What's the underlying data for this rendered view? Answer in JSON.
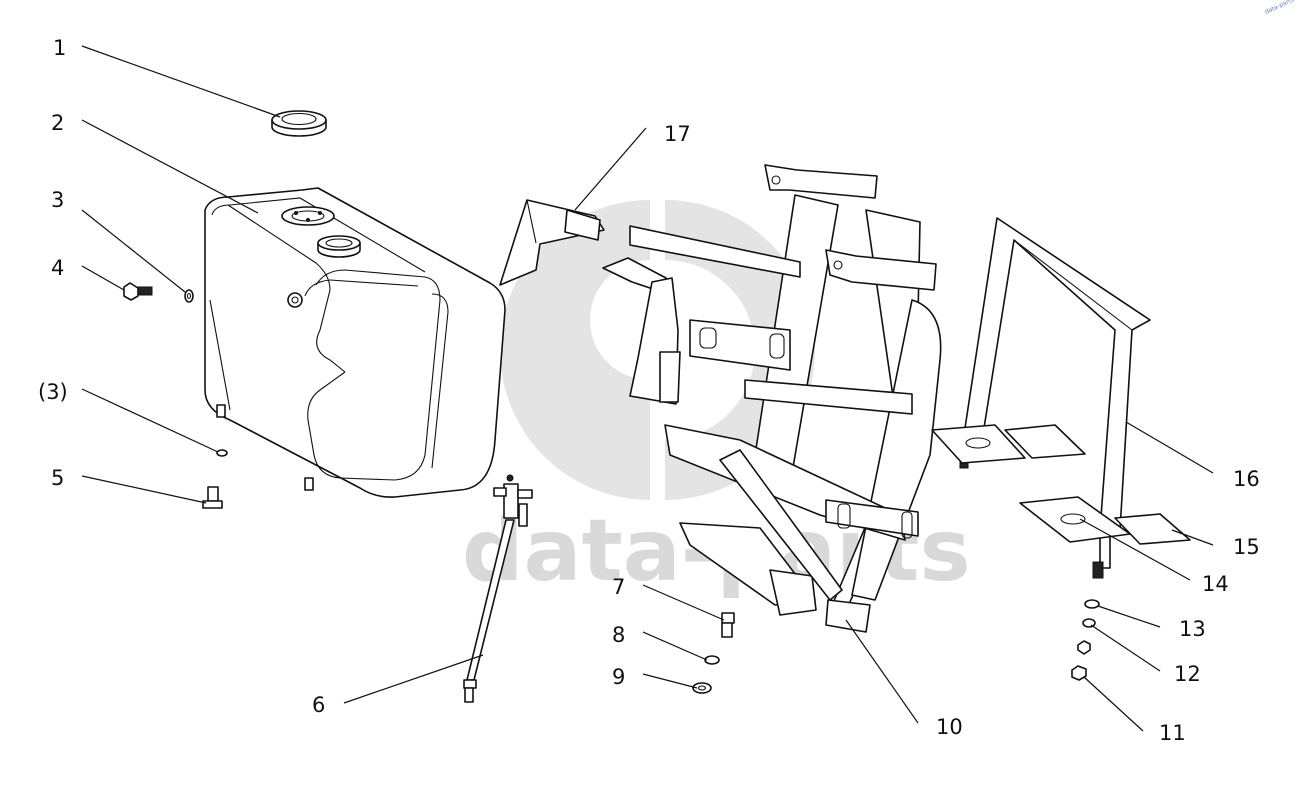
{
  "watermark": {
    "brand_text": "data-parts",
    "corner_text": "data-parts"
  },
  "callouts": {
    "c1": "1",
    "c2": "2",
    "c3": "3",
    "c3b": "(3)",
    "c4": "4",
    "c5": "5",
    "c6": "6",
    "c7": "7",
    "c8": "8",
    "c9": "9",
    "c10": "10",
    "c11": "11",
    "c12": "12",
    "c13": "13",
    "c14": "14",
    "c15": "15",
    "c16": "16",
    "c17": "17"
  },
  "colors": {
    "line": "#111111",
    "watermark": "#d9d9d9",
    "background": "#ffffff"
  }
}
